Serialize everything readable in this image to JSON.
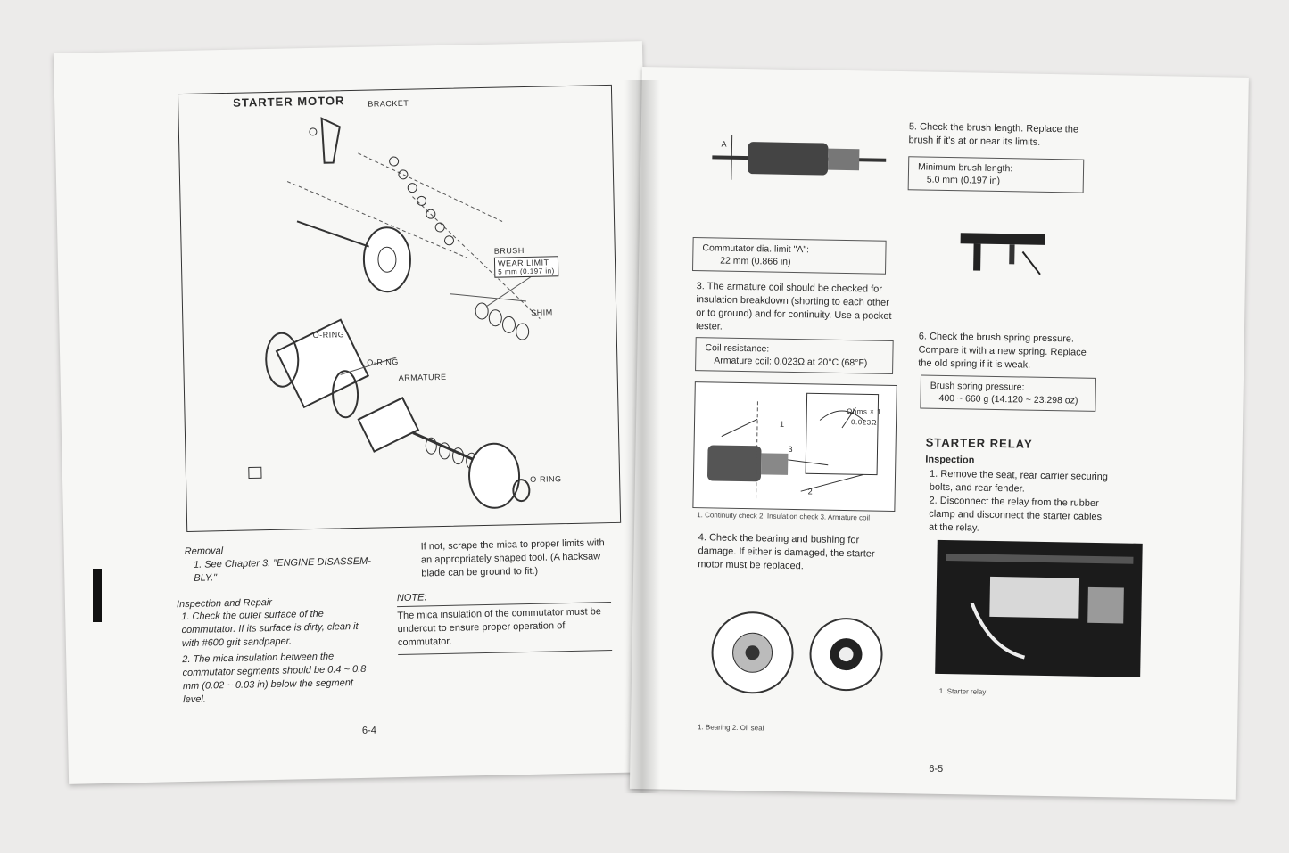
{
  "left_page": {
    "section_title": "STARTER MOTOR",
    "diagram_labels": {
      "bracket": "BRACKET",
      "brush": "BRUSH",
      "wear_limit": "WEAR LIMIT",
      "wear_limit_value": "5 mm (0.197 in)",
      "shim": "SHIM",
      "o_ring_1": "O-RING",
      "o_ring_2": "O-RING",
      "armature": "ARMATURE",
      "o_ring_3": "O-RING"
    },
    "removal_heading": "Removal",
    "removal_step_1": "1.  See Chapter 3. \"ENGINE DISASSEM-BLY.\"",
    "inspection_heading": "Inspection and Repair",
    "step_1": "1.  Check the outer surface of the commutator. If its surface is dirty, clean it with #600 grit sandpaper.",
    "step_2": "2.  The mica insulation between the commutator segments should be 0.4 ~ 0.8 mm (0.02 ~ 0.03 in) below the segment level.",
    "scrape_text": "If not, scrape the mica to proper limits with an appropriately shaped tool. (A hacksaw blade can be ground to fit.)",
    "note_heading": "NOTE:",
    "note_text": "The mica insulation of the commutator must be undercut to ensure proper operation of commutator.",
    "page_number": "6-4"
  },
  "right_page": {
    "fig_label_a": "A",
    "commutator_box_line1": "Commutator dia. limit \"A\":",
    "commutator_box_line2": "22 mm (0.866 in)",
    "step_3": "3.  The armature coil should be checked for insulation breakdown (shorting to each other or to ground) and for continuity. Use a pocket tester.",
    "coil_box_line1": "Coil resistance:",
    "coil_box_line2": "Armature coil: 0.023Ω at 20°C (68°F)",
    "meter_range": "Ωhms × 1",
    "meter_value": "0.023Ω",
    "callout_1": "1",
    "callout_2": "2",
    "callout_3": "3",
    "coil_caption": "1. Continuity check    2. Insulation check    3. Armature coil",
    "step_4": "4.  Check the bearing and bushing for damage. If either is damaged, the starter motor must be replaced.",
    "bearing_caption": "1. Bearing    2. Oil seal",
    "step_5": "5.  Check the brush length. Replace the brush if it's at or near its limits.",
    "brush_box_line1": "Minimum brush length:",
    "brush_box_line2": "5.0 mm (0.197 in)",
    "step_6": "6.  Check the brush spring pressure. Compare it with a new spring. Replace the old spring if it is weak.",
    "spring_box_line1": "Brush spring pressure:",
    "spring_box_line2": "400 ~ 660 g (14.120 ~ 23.298 oz)",
    "relay_title": "STARTER RELAY",
    "relay_inspection": "Inspection",
    "relay_step_1": "1.  Remove the seat, rear carrier securing bolts, and rear fender.",
    "relay_step_2": "2.  Disconnect the relay from the rubber clamp and disconnect the starter cables at the relay.",
    "relay_caption": "1. Starter relay",
    "page_number": "6-5"
  }
}
